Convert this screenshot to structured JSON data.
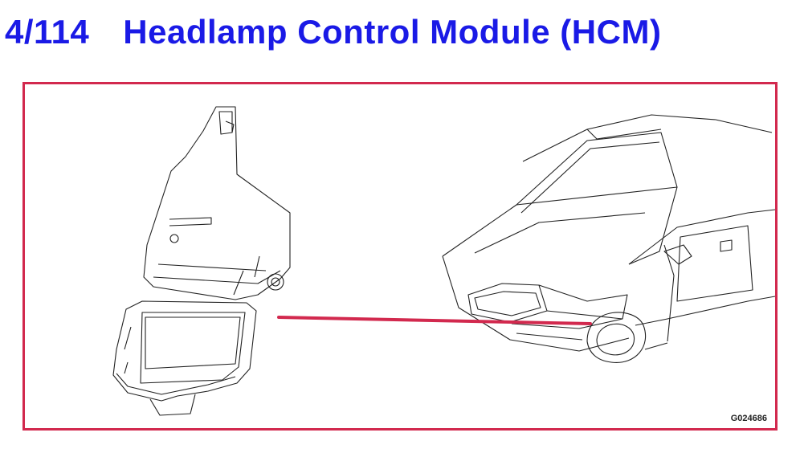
{
  "header": {
    "code": "4/114",
    "title": "Headlamp Control Module (HCM)"
  },
  "diagram": {
    "reference": "G024686",
    "frame_color": "#d2294e",
    "connector_color": "#d2294e",
    "title_color": "#1a1ae6"
  }
}
